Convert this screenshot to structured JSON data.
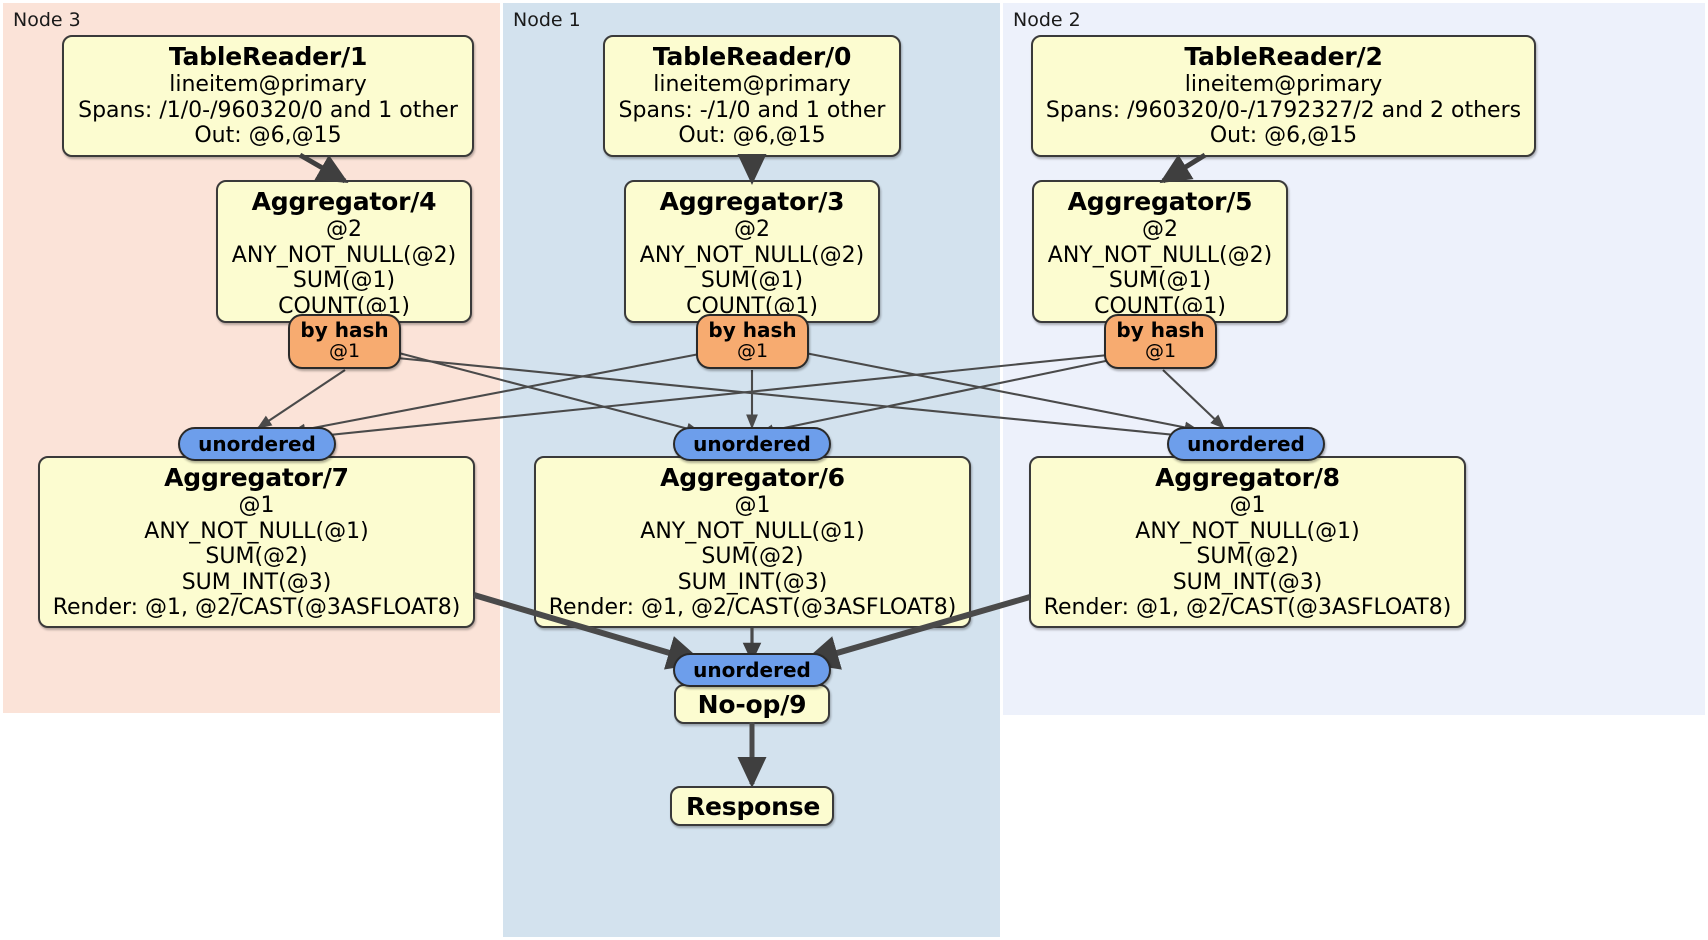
{
  "diagram": {
    "title": "Distributed query plan",
    "colors": {
      "node3_panel": "#fbe3d8",
      "node1_panel": "#d3e2ee",
      "node2_panel": "#edf1fb",
      "processor_fill": "#fcfcd0",
      "processor_stroke": "#3a3a3a",
      "hash_router_fill": "#f7ab70",
      "unordered_router_fill": "#6d9eeb",
      "edge_color": "#3a3a3a",
      "thin_edge_color": "#4a4a4a"
    }
  },
  "panels": [
    {
      "id": "node3",
      "label": "Node 3"
    },
    {
      "id": "node1",
      "label": "Node 1"
    },
    {
      "id": "node2",
      "label": "Node 2"
    }
  ],
  "processors": {
    "table_reader_1": {
      "title": "TableReader/1",
      "lines": [
        "lineitem@primary",
        "Spans: /1/0-/960320/0 and 1 other",
        "Out: @6,@15"
      ]
    },
    "table_reader_0": {
      "title": "TableReader/0",
      "lines": [
        "lineitem@primary",
        "Spans: -/1/0 and 1 other",
        "Out: @6,@15"
      ]
    },
    "table_reader_2": {
      "title": "TableReader/2",
      "lines": [
        "lineitem@primary",
        "Spans: /960320/0-/1792327/2 and 2 others",
        "Out: @6,@15"
      ]
    },
    "aggregator_4": {
      "title": "Aggregator/4",
      "lines": [
        "@2",
        "ANY_NOT_NULL(@2)",
        "SUM(@1)",
        "COUNT(@1)"
      ]
    },
    "aggregator_3": {
      "title": "Aggregator/3",
      "lines": [
        "@2",
        "ANY_NOT_NULL(@2)",
        "SUM(@1)",
        "COUNT(@1)"
      ]
    },
    "aggregator_5": {
      "title": "Aggregator/5",
      "lines": [
        "@2",
        "ANY_NOT_NULL(@2)",
        "SUM(@1)",
        "COUNT(@1)"
      ]
    },
    "aggregator_7": {
      "title": "Aggregator/7",
      "lines": [
        "@1",
        "ANY_NOT_NULL(@1)",
        "SUM(@2)",
        "SUM_INT(@3)",
        "Render: @1, @2/CAST(@3ASFLOAT8)"
      ]
    },
    "aggregator_6": {
      "title": "Aggregator/6",
      "lines": [
        "@1",
        "ANY_NOT_NULL(@1)",
        "SUM(@2)",
        "SUM_INT(@3)",
        "Render: @1, @2/CAST(@3ASFLOAT8)"
      ]
    },
    "aggregator_8": {
      "title": "Aggregator/8",
      "lines": [
        "@1",
        "ANY_NOT_NULL(@1)",
        "SUM(@2)",
        "SUM_INT(@3)",
        "Render: @1, @2/CAST(@3ASFLOAT8)"
      ]
    },
    "noop_9": {
      "title": "No-op/9",
      "lines": []
    },
    "response": {
      "title": "Response",
      "lines": []
    }
  },
  "routers": {
    "hash_left": {
      "type": "by hash",
      "column": "@1"
    },
    "hash_mid": {
      "type": "by hash",
      "column": "@1"
    },
    "hash_right": {
      "type": "by hash",
      "column": "@1"
    },
    "unordered_left": {
      "type": "unordered"
    },
    "unordered_mid": {
      "type": "unordered"
    },
    "unordered_right": {
      "type": "unordered"
    },
    "unordered_final": {
      "type": "unordered"
    }
  }
}
